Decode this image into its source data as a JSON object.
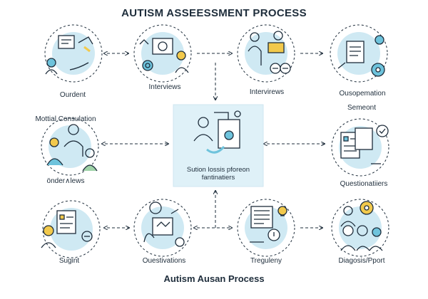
{
  "title": "AUTISM ASSEESSMENT PROCESS",
  "footer": "Autism Ausan Process",
  "center": {
    "line1": "Sution lossis pforeon",
    "line2": "fantinatiers"
  },
  "nodes": {
    "n1": "Ourdent",
    "n2": "Interviews",
    "n3": "Intervirews",
    "n4": "Ousopemation",
    "n5_top": "Mottial Consulation",
    "n5_bottom": "önder∧lews",
    "n6_top": "Semeont",
    "n6_bottom": "Questionatiiers",
    "n7": "Sugint",
    "n8": "Ouestivations",
    "n9": "Treguleny",
    "n10": "Diagosis/Pport"
  },
  "colors": {
    "accent": "#6ec3dc",
    "light_accent": "#cfe9f3",
    "line": "#1e2d3b",
    "ochre": "#f2c94c"
  }
}
